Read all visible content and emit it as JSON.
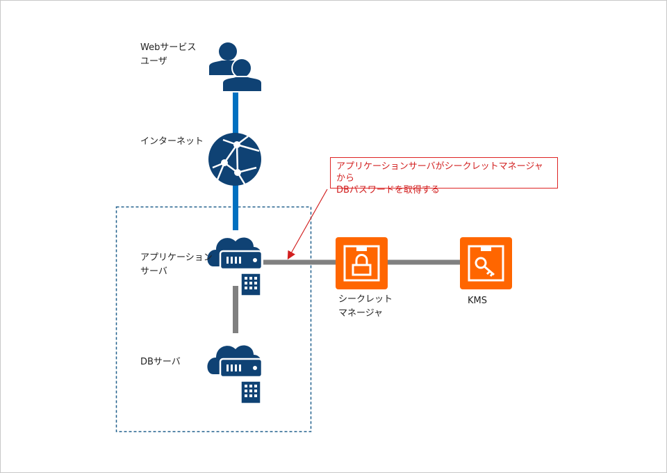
{
  "labels": {
    "web_users": [
      "Webサービス",
      "ユーザ"
    ],
    "internet": "インターネット",
    "app_server": [
      "アプリケーション",
      "サーバ"
    ],
    "db_server": "DBサーバ",
    "secrets_manager": [
      "シークレット",
      "マネージャ"
    ],
    "kms": "KMS"
  },
  "callout": [
    "アプリケーションサーバがシークレットマネージャから",
    "DBパスワードを取得する"
  ],
  "colors": {
    "navy": "#0f4274",
    "internet_link": "#0070c0",
    "link": "#808080",
    "aws_orange": "#ff6600",
    "callout": "#d21f1f",
    "boundary": "#1f5f8b"
  },
  "icons": [
    "users-icon",
    "globe-network-icon",
    "cloud-server-icon",
    "lock-vault-icon",
    "key-vault-icon"
  ]
}
